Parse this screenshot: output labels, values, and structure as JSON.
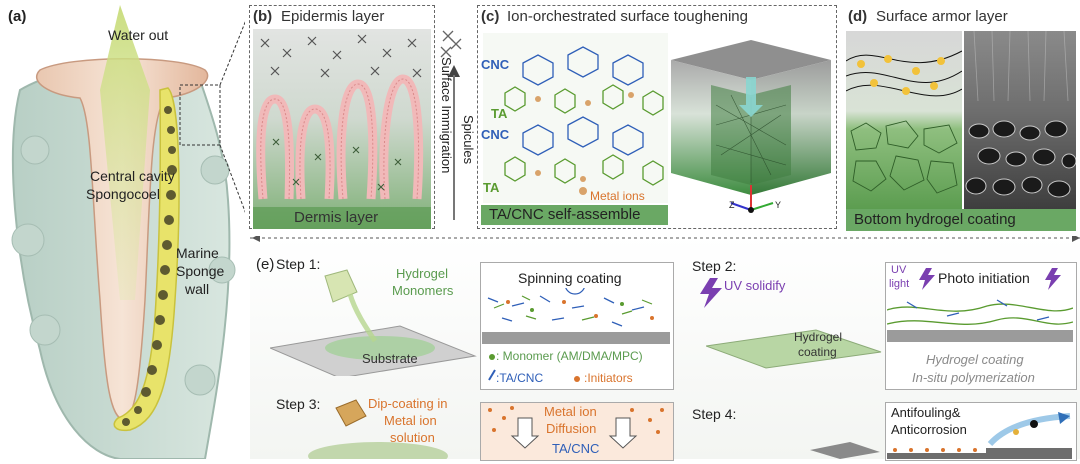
{
  "panel_a": {
    "letter": "(a)",
    "water_out": "Water out",
    "central_cavity": "Central cavity",
    "spongocoel": "Spongocoel",
    "marine": "Marine",
    "sponge": "Sponge",
    "wall": "wall"
  },
  "panel_b": {
    "letter": "(b)",
    "title": "Epidermis layer",
    "dermis": "Dermis layer",
    "spicules": "Spicules",
    "surface_immigration": "Surface Immigration"
  },
  "panel_c": {
    "letter": "(c)",
    "title": "Ion-orchestrated  surface toughening",
    "cnc": "CNC",
    "ta": "TA",
    "metal_ions": "Metal ions",
    "self_assemble": "TA/CNC self-assemble",
    "axis_z": "Z",
    "axis_y": "Y"
  },
  "panel_d": {
    "letter": "(d)",
    "title": "Surface armor layer",
    "bottom": "Bottom hydrogel coating"
  },
  "panel_e": {
    "letter": "(e)",
    "step1": "Step 1:",
    "hydrogel": "Hydrogel",
    "monomers": "Monomers",
    "substrate": "Substrate",
    "spinning": "Spinning coating",
    "legend_monomer": ": Monomer (AM/DMA/MPC)",
    "legend_tacnc": ":TA/CNC",
    "legend_initiators": ":Initiators",
    "step2": "Step 2:",
    "uv_solidify": "UV solidify",
    "hydrogel_coating_1": "Hydrogel",
    "hydrogel_coating_2": "coating",
    "uv_light_1": "UV",
    "uv_light_2": "light",
    "photo_initiation": "Photo initiation",
    "insitu_1": "Hydrogel coating",
    "insitu_2": "In-situ polymerization",
    "step3": "Step 3:",
    "dip_1": "Dip-coating in",
    "dip_2": "Metal ion",
    "dip_3": "solution",
    "metal_ion": "Metal ion",
    "diffusion": "Diffusion",
    "tacnc": "TA/CNC",
    "step4": "Step 4:",
    "antifouling": "Antifouling&",
    "anticorrosion": "Anticorrosion"
  },
  "colors": {
    "green": "#5a9b4e",
    "yellow": "#e4dc4a",
    "purple": "#7a3fb0",
    "orange": "#d9742d",
    "blue_cnc": "#2f5fb8",
    "ta_green": "#5a9b30"
  }
}
